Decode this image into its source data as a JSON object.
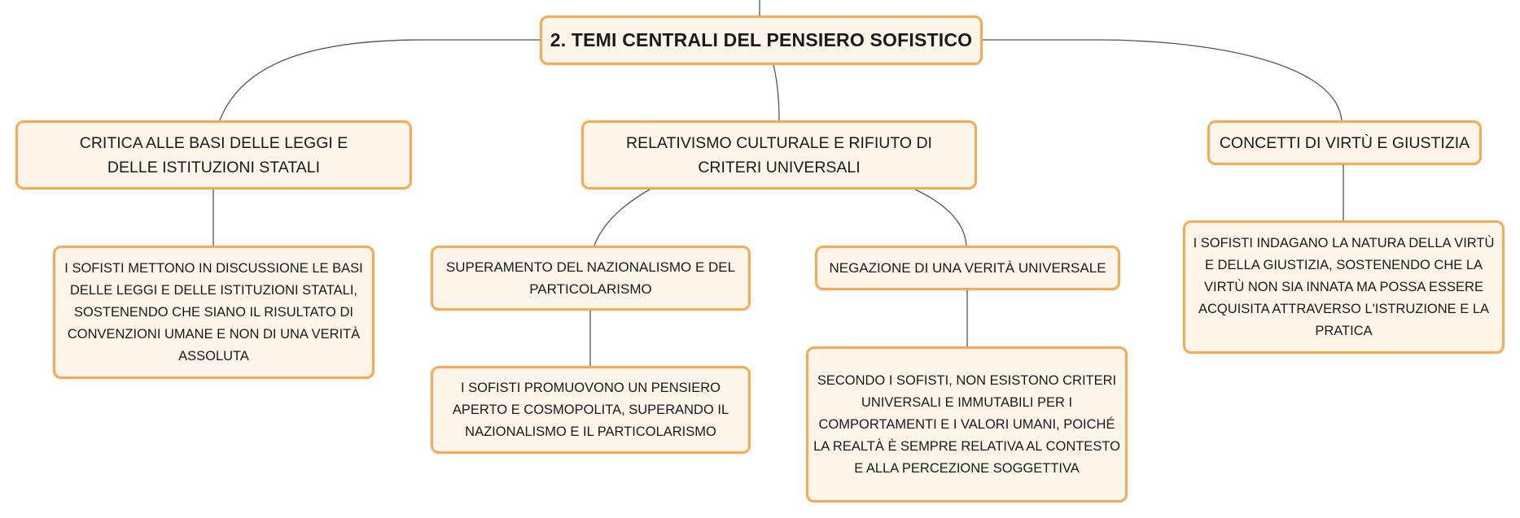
{
  "colors": {
    "node_border": "#f4ab55",
    "node_fill": "#fdf4ea",
    "connector": "#555555"
  },
  "root": {
    "label": "2. TEMI CENTRALI DEL PENSIERO SOFISTICO"
  },
  "branches": [
    {
      "label": "CRITICA ALLE BASI DELLE LEGGI E DELLE ISTITUZIONI STATALI",
      "detail": "I SOFISTI METTONO IN DISCUSSIONE LE BASI DELLE LEGGI E DELLE ISTITUZIONI STATALI, SOSTENENDO CHE SIANO IL RISULTATO DI CONVENZIONI UMANE E NON DI UNA VERITÀ ASSOLUTA"
    },
    {
      "label": "RELATIVISMO CULTURALE E RIFIUTO DI CRITERI UNIVERSALI",
      "children": [
        {
          "label": "SUPERAMENTO DEL NAZIONALISMO E DEL PARTICOLARISMO",
          "detail": "I SOFISTI PROMUOVONO UN PENSIERO APERTO E COSMOPOLITA, SUPERANDO IL NAZIONALISMO E IL PARTICOLARISMO"
        },
        {
          "label": "NEGAZIONE DI UNA VERITÀ UNIVERSALE",
          "detail": "SECONDO I SOFISTI, NON ESISTONO CRITERI UNIVERSALI E IMMUTABILI PER I COMPORTAMENTI E I VALORI UMANI, POICHÉ LA REALTÀ È SEMPRE RELATIVA AL CONTESTO E ALLA PERCEZIONE SOGGETTIVA"
        }
      ]
    },
    {
      "label": "CONCETTI DI VIRTÙ E GIUSTIZIA",
      "detail": "I SOFISTI INDAGANO LA NATURA DELLA VIRTÙ E DELLA GIUSTIZIA, SOSTENENDO CHE LA VIRTÙ NON SIA INNATA MA POSSA ESSERE ACQUISITA ATTRAVERSO L'ISTRUZIONE E LA PRATICA"
    }
  ]
}
